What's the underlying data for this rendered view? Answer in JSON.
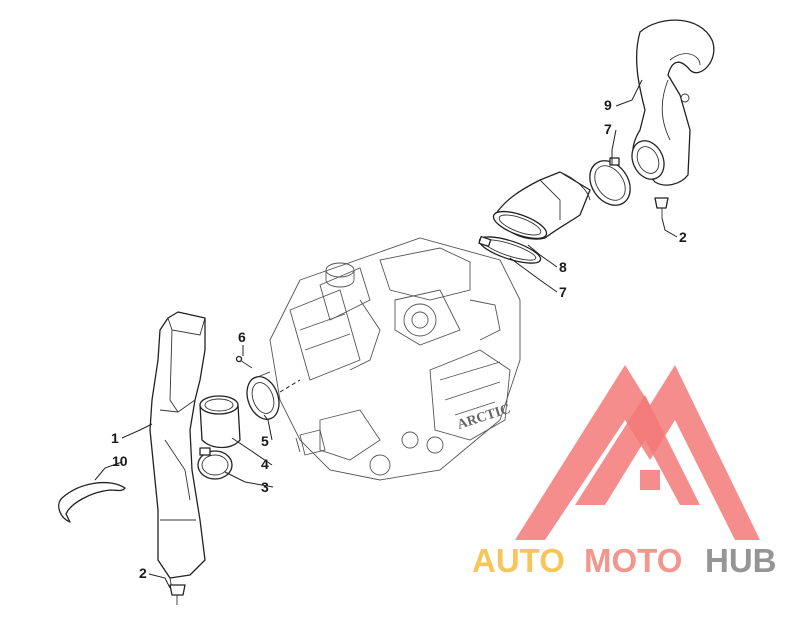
{
  "callouts": {
    "c1": "1",
    "c2a": "2",
    "c2b": "2",
    "c3": "3",
    "c4": "4",
    "c5": "5",
    "c6": "6",
    "c7a": "7",
    "c7b": "7",
    "c8": "8",
    "c9": "9",
    "c10": "10"
  },
  "watermark": {
    "auto": "AUTO",
    "moto": "MOTO",
    "hub": "HUB",
    "colors": {
      "auto": "#f5c24a",
      "moto": "#f28b82",
      "hub": "#8a8a8a",
      "logo": "#f26b6b"
    }
  },
  "engine_badge": "ARCTIC"
}
